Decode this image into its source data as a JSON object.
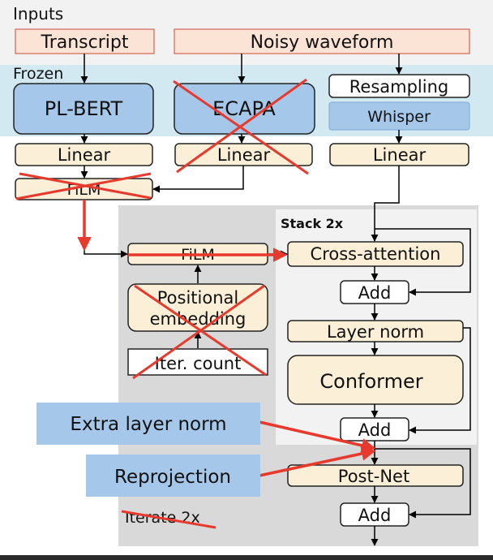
{
  "sections": {
    "inputs": "Inputs",
    "frozen": "Frozen",
    "stack": "Stack 2x",
    "iterate": "Iterate 2x"
  },
  "blocks": {
    "transcript": "Transcript",
    "noisy_waveform": "Noisy waveform",
    "pl_bert": "PL-BERT",
    "ecapa": "ECAPA",
    "resampling": "Resampling",
    "whisper": "Whisper",
    "linear_1": "Linear",
    "linear_2": "Linear",
    "linear_3": "Linear",
    "film_left": "FiLM",
    "film_mid": "FiLM",
    "positional_embedding_line1": "Positional",
    "positional_embedding_line2": "embedding",
    "iter_count": "Iter. count",
    "cross_attention": "Cross-attention",
    "add_1": "Add",
    "layer_norm": "Layer norm",
    "conformer": "Conformer",
    "add_2": "Add",
    "post_net": "Post-Net",
    "add_3": "Add"
  },
  "callouts": {
    "extra_layer_norm": "Extra layer norm",
    "reprojection": "Reprojection"
  },
  "colors": {
    "input_block": "#fbe3d6",
    "frozen_band": "#d3e9f2",
    "blue_block": "#a5c8ea",
    "linear_block": "#fcefd7",
    "iterate_bg": "#d9d9d9",
    "stack_bg": "#f2f2f2",
    "cross_mark": "#e8392d",
    "callout": "#a5c8ea"
  }
}
